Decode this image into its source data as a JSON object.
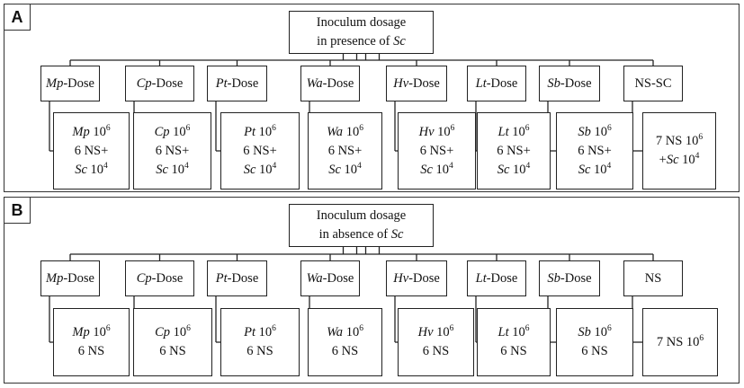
{
  "panels": [
    {
      "label": "A",
      "root": {
        "line1": "Inoculum dosage",
        "line2_text": "in presence of ",
        "line2_italic": "Sc"
      },
      "groups": [
        {
          "dose_italic": "Mp",
          "dose_text": "-Dose",
          "leaf_lines": [
            [
              "Mp",
              " 10",
              "6"
            ],
            [
              "",
              "6 NS+",
              ""
            ],
            [
              "Sc",
              " 10",
              "4"
            ]
          ]
        },
        {
          "dose_italic": "Cp",
          "dose_text": "-Dose",
          "leaf_lines": [
            [
              "Cp",
              " 10",
              "6"
            ],
            [
              "",
              "6 NS+",
              ""
            ],
            [
              "Sc",
              " 10",
              "4"
            ]
          ]
        },
        {
          "dose_italic": "Pt",
          "dose_text": "-Dose",
          "leaf_lines": [
            [
              "Pt",
              " 10",
              "6"
            ],
            [
              "",
              "6 NS+",
              ""
            ],
            [
              "Sc",
              " 10",
              "4"
            ]
          ]
        },
        {
          "dose_italic": "Wa",
          "dose_text": "-Dose",
          "leaf_lines": [
            [
              "Wa",
              " 10",
              "6"
            ],
            [
              "",
              "6 NS+",
              ""
            ],
            [
              "Sc",
              " 10",
              "4"
            ]
          ]
        },
        {
          "dose_italic": "Hv",
          "dose_text": "-Dose",
          "leaf_lines": [
            [
              "Hv",
              " 10",
              "6"
            ],
            [
              "",
              "6 NS+",
              ""
            ],
            [
              "Sc",
              " 10",
              "4"
            ]
          ]
        },
        {
          "dose_italic": "Lt",
          "dose_text": "-Dose",
          "leaf_lines": [
            [
              "Lt",
              " 10",
              "6"
            ],
            [
              "",
              "6 NS+",
              ""
            ],
            [
              "Sc",
              " 10",
              "4"
            ]
          ]
        },
        {
          "dose_italic": "Sb",
          "dose_text": "-Dose",
          "leaf_lines": [
            [
              "Sb",
              " 10",
              "6"
            ],
            [
              "",
              "6 NS+",
              ""
            ],
            [
              "Sc",
              " 10",
              "4"
            ]
          ]
        },
        {
          "dose_italic": "",
          "dose_text": "NS-SC",
          "leaf_lines": [
            [
              "",
              "7 NS 10",
              "6"
            ],
            [
              "+",
              "Sc",
              " 10",
              "4"
            ]
          ]
        }
      ]
    },
    {
      "label": "B",
      "root": {
        "line1": "Inoculum dosage",
        "line2_text": "in absence of ",
        "line2_italic": "Sc"
      },
      "groups": [
        {
          "dose_italic": "Mp",
          "dose_text": "-Dose",
          "leaf_lines": [
            [
              "Mp",
              " 10",
              "6"
            ],
            [
              "",
              "6 NS",
              ""
            ]
          ]
        },
        {
          "dose_italic": "Cp",
          "dose_text": "-Dose",
          "leaf_lines": [
            [
              "Cp",
              " 10",
              "6"
            ],
            [
              "",
              "6 NS",
              ""
            ]
          ]
        },
        {
          "dose_italic": "Pt",
          "dose_text": "-Dose",
          "leaf_lines": [
            [
              "Pt",
              " 10",
              "6"
            ],
            [
              "",
              "6 NS",
              ""
            ]
          ]
        },
        {
          "dose_italic": "Wa",
          "dose_text": "-Dose",
          "leaf_lines": [
            [
              "Wa",
              " 10",
              "6"
            ],
            [
              "",
              "6 NS",
              ""
            ]
          ]
        },
        {
          "dose_italic": "Hv",
          "dose_text": "-Dose",
          "leaf_lines": [
            [
              "Hv",
              " 10",
              "6"
            ],
            [
              "",
              "6 NS",
              ""
            ]
          ]
        },
        {
          "dose_italic": "Lt",
          "dose_text": "-Dose",
          "leaf_lines": [
            [
              "Lt",
              " 10",
              "6"
            ],
            [
              "",
              "6 NS",
              ""
            ]
          ]
        },
        {
          "dose_italic": "Sb",
          "dose_text": "-Dose",
          "leaf_lines": [
            [
              "Sb",
              " 10",
              "6"
            ],
            [
              "",
              "6 NS",
              ""
            ]
          ]
        },
        {
          "dose_italic": "",
          "dose_text": "NS",
          "leaf_lines": [
            [
              "",
              "7 NS 10",
              "6"
            ]
          ]
        }
      ]
    }
  ]
}
